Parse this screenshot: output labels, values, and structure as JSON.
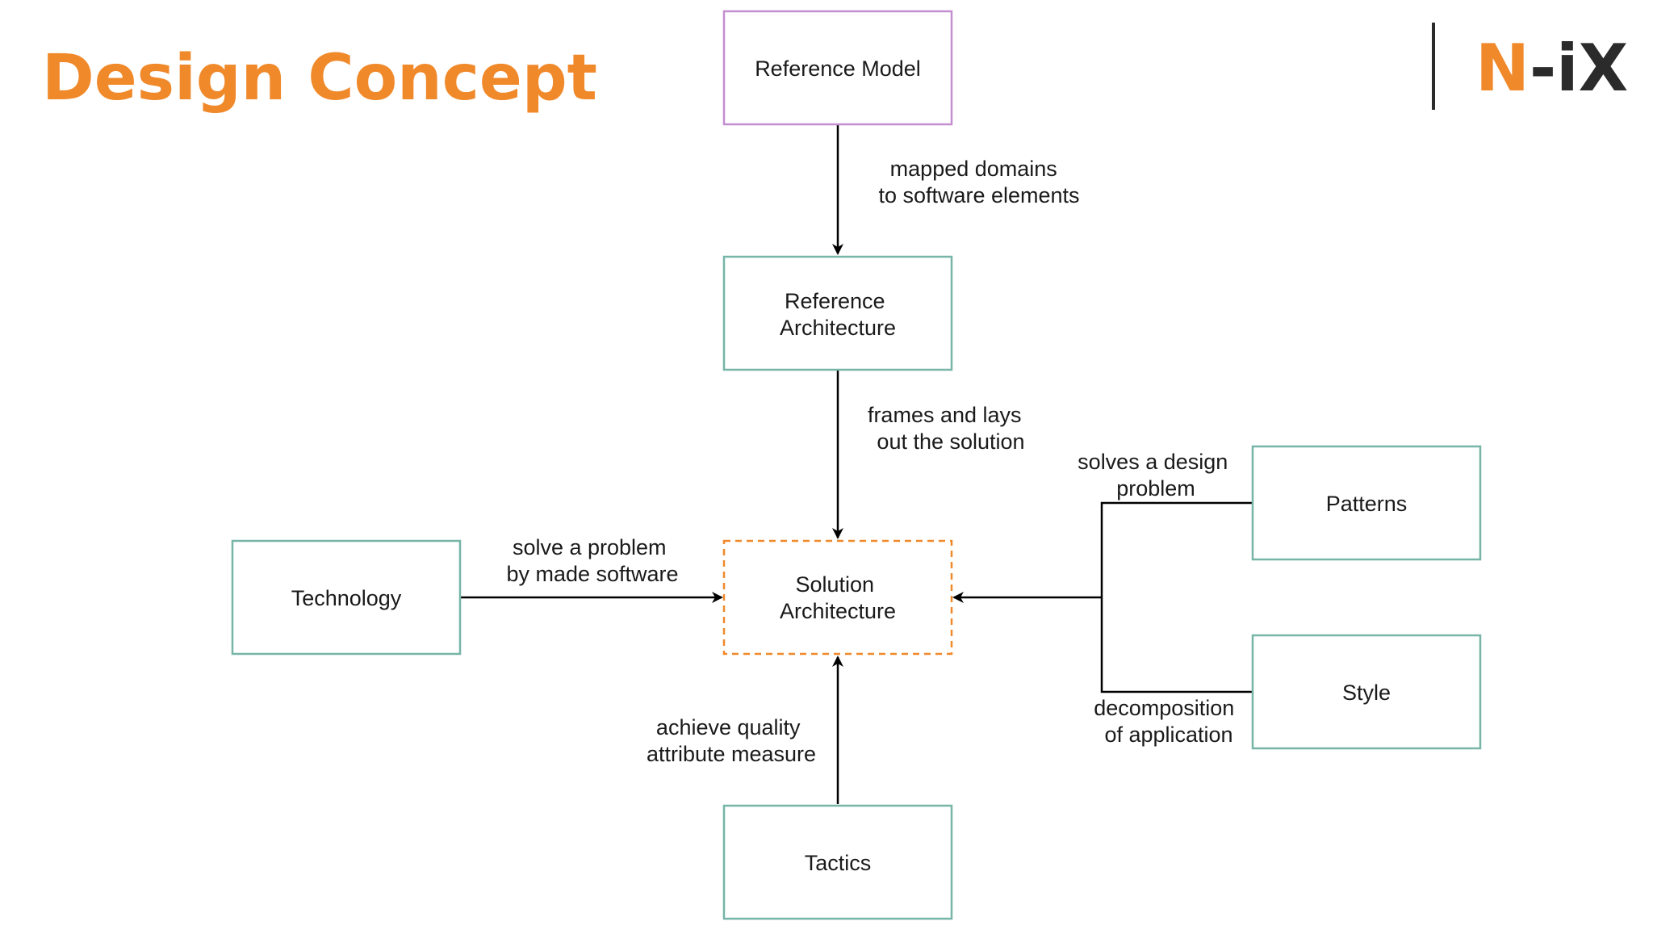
{
  "slide": {
    "title": "Design Concept",
    "title_color": "#f0892a"
  },
  "logo": {
    "brand_letter": "N",
    "brand_rest": "-iX",
    "accent_color": "#f0892a",
    "dark_color": "#2b2b2b"
  },
  "colors": {
    "box_border": "#76b5a7",
    "reference_model_border": "#c48fd0",
    "solution_border": "#f0892a",
    "arrow": "#000000"
  },
  "nodes": {
    "reference_model": [
      "Reference Model"
    ],
    "reference_architecture": [
      "Reference",
      "Architecture"
    ],
    "solution_architecture": [
      "Solution",
      "Architecture"
    ],
    "technology": [
      "Technology"
    ],
    "patterns": [
      "Patterns"
    ],
    "style": [
      "Style"
    ],
    "tactics": [
      "Tactics"
    ]
  },
  "edges": {
    "refmodel_to_refarch": [
      "mapped domains",
      "to software elements"
    ],
    "refarch_to_solution": [
      "frames and lays",
      "out the solution"
    ],
    "technology_to_solution": [
      "solve a problem",
      "by made software"
    ],
    "patterns_to_solution": [
      "solves a design",
      "problem"
    ],
    "style_to_solution": [
      "decomposition",
      "of application"
    ],
    "tactics_to_solution": [
      "achieve quality",
      "attribute measure"
    ]
  }
}
